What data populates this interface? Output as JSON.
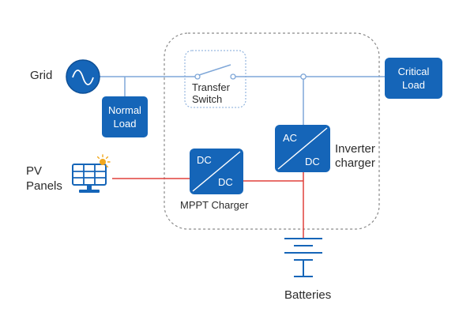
{
  "labels": {
    "grid": "Grid",
    "pv": [
      "PV",
      "Panels"
    ],
    "batteries": "Batteries",
    "mppt": "MPPT Charger",
    "inverter": [
      "Inverter",
      "charger"
    ],
    "transfer": [
      "Transfer",
      "Switch"
    ],
    "normal_load": [
      "Normal",
      "Load"
    ],
    "critical_load": [
      "Critical",
      "Load"
    ],
    "dcdc_top": "DC",
    "dcdc_bottom": "DC",
    "acdc_top": "AC",
    "acdc_bottom": "DC"
  },
  "colors": {
    "ac_line": "#7fa7d8",
    "dc_line": "#e0413b",
    "block": "#1565b8",
    "block_edge": "#0d4f96",
    "enclosure": "#8a8a8a",
    "text": "#2b2b2b"
  },
  "icons": [
    "ac-sine-icon",
    "solar-panel-icon",
    "sun-icon",
    "battery-symbol-icon"
  ]
}
